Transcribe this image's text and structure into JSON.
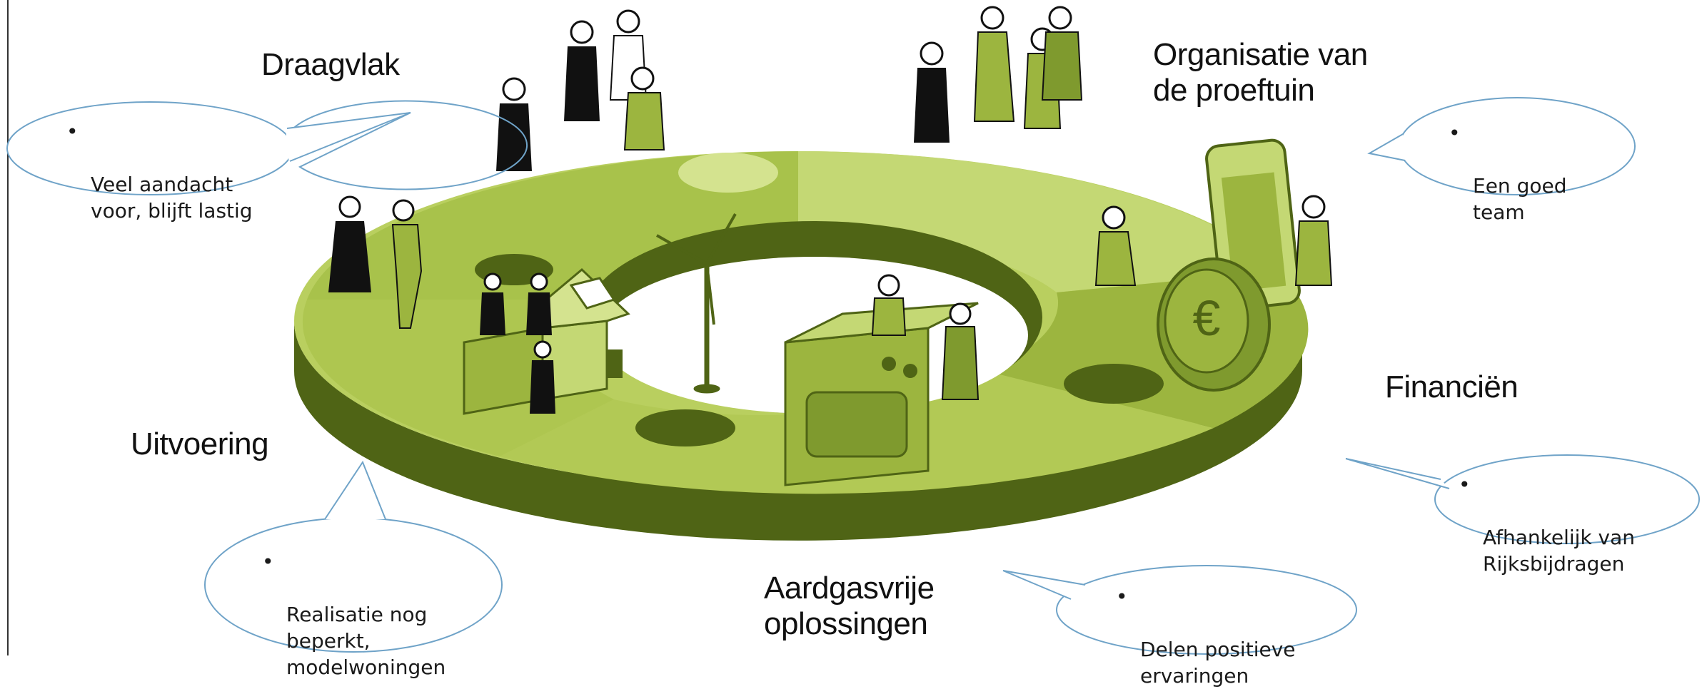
{
  "colors": {
    "light_green": "#b9cf5f",
    "mid_green": "#9cb53f",
    "olive": "#7f9a2e",
    "dark_olive": "#4f6415",
    "pale_green": "#d4e38f",
    "bubble_stroke": "#6fa3c8",
    "ink": "#111111"
  },
  "sections": {
    "draagvlak": {
      "title": "Draagvlak",
      "note": "Veel aandacht\nvoor, blijft lastig"
    },
    "organisatie": {
      "title": "Organisatie van\nde proeftuin",
      "note": "Een goed\nteam"
    },
    "financien": {
      "title": "Financiën",
      "note": "Afhankelijk van\nRijksbijdragen"
    },
    "aardgasvrije": {
      "title": "Aardgasvrije\noplossingen",
      "note": "Delen positieve\nervaringen"
    },
    "uitvoering": {
      "title": "Uitvoering",
      "note": "Realisatie nog\nbeperkt,\nmodelwoningen"
    }
  },
  "bullet_glyph": "•",
  "icons": [
    "wind-turbine-icon",
    "house-icon",
    "solar-panel-icon",
    "calculator-icon",
    "euro-coin-icon",
    "kitchen-stove-icon"
  ]
}
